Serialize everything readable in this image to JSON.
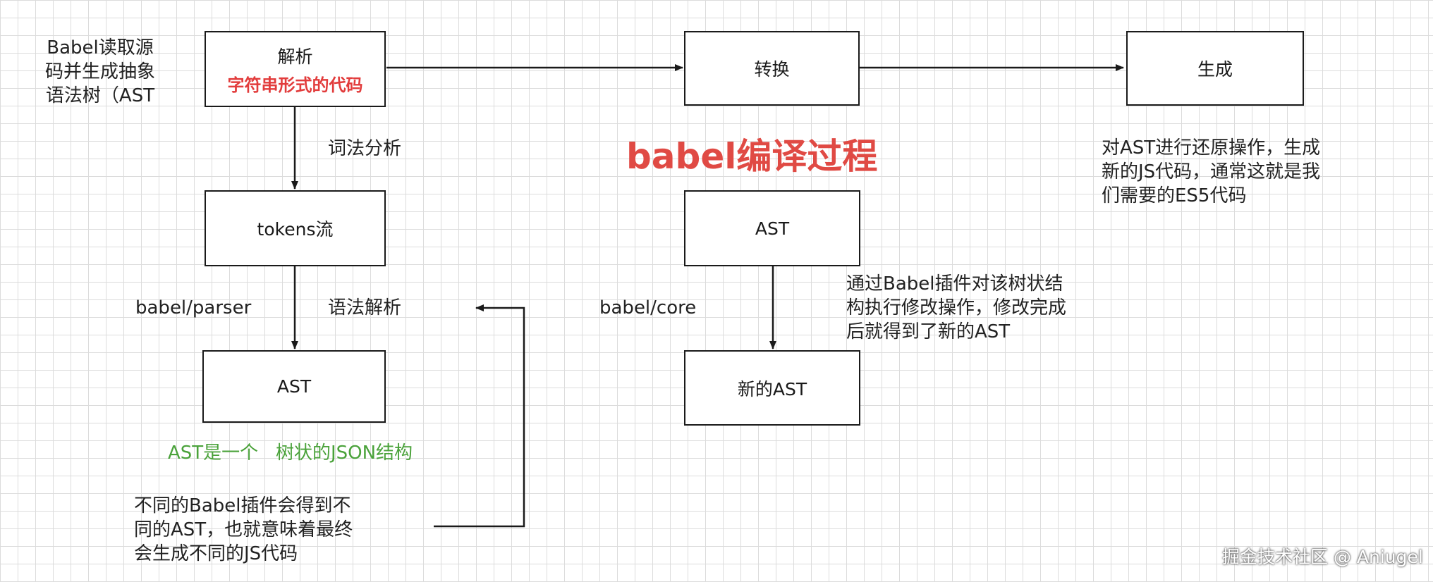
{
  "title": "babel编译过程",
  "boxes": {
    "parse": "解析",
    "parse_sub": "字符串形式的代码",
    "transform": "转换",
    "generate": "生成",
    "tokens": "tokens流",
    "ast_left": "AST",
    "ast_mid": "AST",
    "new_ast": "新的AST"
  },
  "labels": {
    "babel_read_1": "Babel读取源",
    "babel_read_2": "码并生成抽象",
    "babel_read_3": "语法树（AST",
    "lexical": "词法分析",
    "babel_parser": "babel/parser",
    "syntax": "语法解析",
    "ast_json": "AST是一个   树状的JSON结构",
    "plugins_1": "不同的Babel插件会得到不",
    "plugins_2": "同的AST，也就意味着最终",
    "plugins_3": "会生成不同的JS代码",
    "babel_core": "babel/core",
    "modify_1": "通过Babel插件对该树状结",
    "modify_2": "构执行修改操作，修改完成",
    "modify_3": "后就得到了新的AST",
    "gen_1": "对AST进行还原操作，生成",
    "gen_2": "新的JS代码，通常这就是我",
    "gen_3": "们需要的ES5代码"
  },
  "watermark": "掘金技术社区 @ Aniugel"
}
